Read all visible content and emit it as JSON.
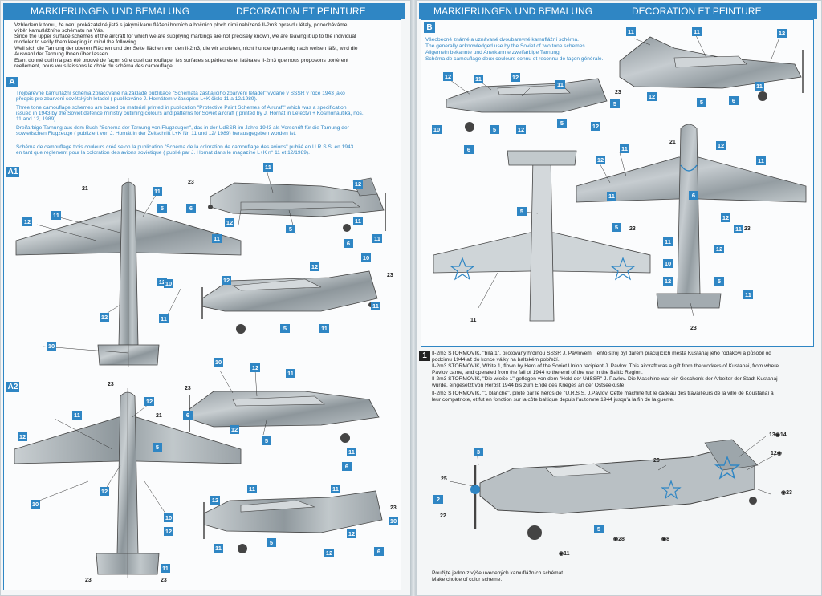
{
  "left_page": {
    "header": {
      "left": "MARKIERUNGEN UND BEMALUNG",
      "right": "DECORATION ET PEINTURE"
    },
    "intro": [
      "Vzhledem k tomu, že není prokázatelné jisté s jakými kamufláženi horních a bočních ploch nimi nabízené Il-2m3 opravdu létaly, ponecháváme",
      "výběr kamuflážního schématu na Vás.",
      "Since the upper surface schemes of the aircraft for which we are supplying markings are not precisely known, we are leaving it up to the individual",
      "modeler to verify them keeping in mind the following.",
      "Weil sich die Tarnung der oberen Flächen und der Seite flächen von den Il-2m3, die wir anbieten, nicht hundertprozentig nach weisen läßt, wird die",
      "Auswahl der Tarnung Ihnen über lassen.",
      "Etant donné qu'il n'a pas été prouvé de façon sûre quel camouflage, les surfaces supérieures et latérales Il-2m3 que nous proposons portèrent",
      "réellement, nous vous laissons le choix du schéma des camouflage."
    ],
    "section_a": {
      "label": "A",
      "lines": [
        "Trojbarevné kamuflážní schéma zpracované na základě publikace \"Schémata zastiajiciho zbarvení letadel\" vydané v SSSR v roce 1943 jako",
        "předpis pro zbarvení sovětských letadel ( publikováno J. Hornátem v časopisu L+K číslo 11 a 12/1989).",
        "Three tone camouflage schemes are based on material printed in publication \"Protective Paint Schemes of Aircraft\" which was a specification",
        "issued in 1943 by the Soviet defence ministry outlining colours and patterns for Soviet aircraft ( printed by J. Hornát in Letectví + Kosmonautika, nos.",
        "11 and 12, 1989).",
        "Dreifarbige Tarnung aus dem Buch \"Schema der Tarnung von Flugzeugen\", das in der UdSSR im Jahre 1943 als Vorschrift für die Tarnung der",
        "sowjetischen Flugzeuge ( publiziert von J. Hornát in der Zeitschrift L+K Nr. 11 und 12/ 1989) herausgegeben worden ist.",
        "Schéma de camouflage trois couleurs créé selon la publication \"Schéma de la coloration de camouflage des avions\" publié en U.R.S.S. en 1943",
        "en tant que règlement pour la coloration des avions soviétique ( publié par J. Hornát dans le magazine L+K n° 11 et 12/1989)."
      ]
    },
    "subsection_a1": "A1",
    "subsection_a2": "A2"
  },
  "right_page": {
    "header": {
      "left": "MARKIERUNGEN UND BEMALUNG",
      "right": "DECORATION ET PEINTURE"
    },
    "section_b": {
      "label": "B",
      "lines": [
        "Všeobecně známé a uznávané dvoubarevné kamuflážní schéma.",
        "The generally acknowledged use by the Soviet of two tone schemes.",
        "Allgemein bekannte und Anerkannte zweifarbige Tarnung.",
        "Schéma de camouflage deux couleurs connu et reconnu de façon générale."
      ]
    },
    "section_1": {
      "label": "1",
      "lines": [
        "Il-2m3 STORMOVIK, \"bílá 1\", pilotovaný hrdinou SSSR J. Pavlovem. Tento stroj byl darem pracujících města Kustanaj jeho rodákovi a působil od",
        "podzimu 1944 až do konce války na baltském pobřeží.",
        "Il-2m3 STORMOVIK, White 1, flown by Hero of the Soviet Union recipient J. Pavlov. This aircraft was a gift from the workers of Kustanai, from where",
        "Pavlov came, and operated from the fall of 1944 to the end of the war in the Baltic Region.",
        "Il-2m3 STORMOVIK, \"Die wieße 1\" geflogen von dem \"Held der UdSSR\" J. Pavlov. Die Maschine war ein Geschenk der Arbeiter der Stadt Kustanaj",
        "wurde, eingesetzt von Herbst 1944 bis zum Ende des Krieges an der Ostseeküste.",
        "Il-2m3 STORMOVIK, \"1 blanche\", piloté par le héros de l'U.R.S.S. J.Pavlov. Cette machine fut le cadeau des travailleurs de la ville de Koustanaï à",
        "leur compatriote, et fut en fonction sur la côte baltique depuis l'automne 1944 jusqu'à la fin de la guerre."
      ]
    },
    "footer": [
      "Použijte jedno z výše uvedených kamuflážních schémat.",
      "Make choice of color scheme."
    ]
  },
  "callouts": {
    "c10": "10",
    "c11": "11",
    "c12": "12",
    "c5": "5",
    "c6": "6",
    "c2": "2",
    "c3": "3",
    "n21": "21",
    "n23": "23",
    "n25": "25",
    "n22": "22",
    "n26": "26",
    "d13": "13◉14",
    "d12": "12◉",
    "d23": "◉23",
    "d28": "◉28",
    "d8": "◉8",
    "d11": "◉11"
  },
  "colors": {
    "accent": "#2f86c4",
    "camo_dark": "#8c959b",
    "camo_light": "#c3cace"
  }
}
